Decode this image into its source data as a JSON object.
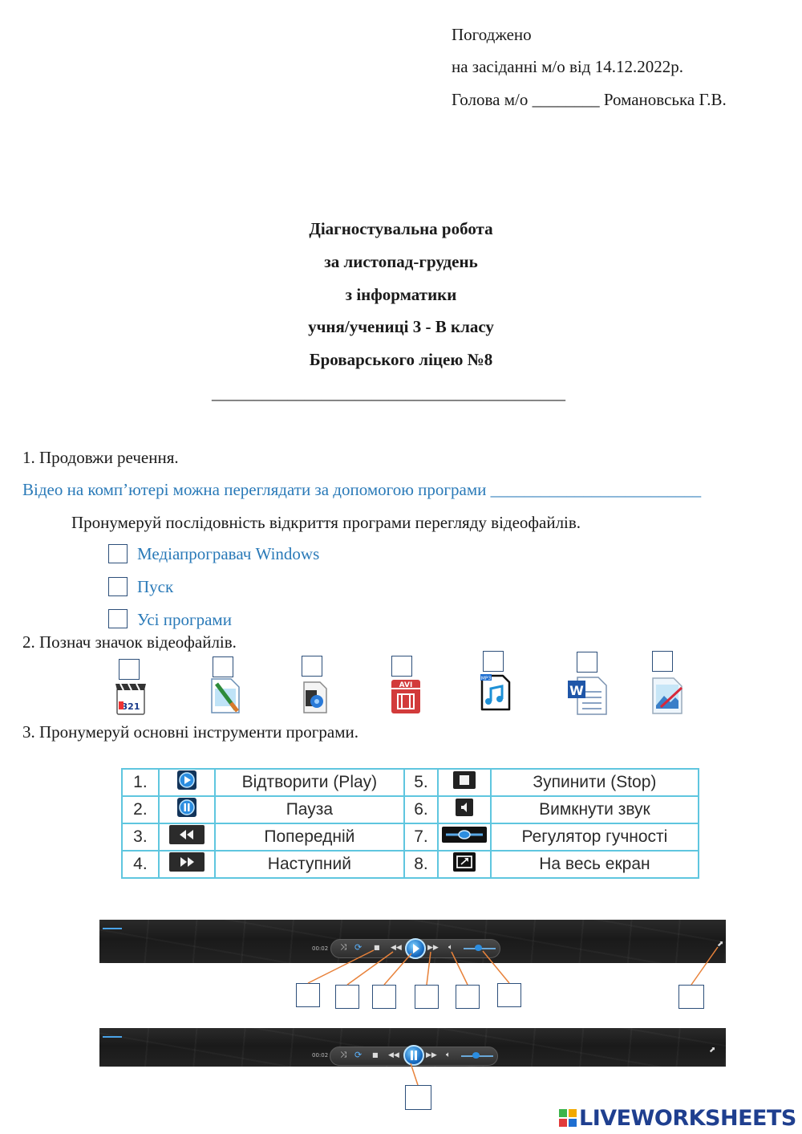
{
  "approval": {
    "line1": "Погоджено",
    "line2": "на засіданні м/о від 14.12.2022р.",
    "line3": "Голова м/о ________ Романовська Г.В."
  },
  "title": {
    "line1": "Діагностувальна робота",
    "line2": "за листопад-грудень",
    "line3": "з інформатики",
    "line4": "учня/учениці 3 - В класу",
    "line5": "Броварського ліцею №8",
    "name_line": "__________________________________________"
  },
  "q1": {
    "text": "1.  Продовжи речення.",
    "sentence": "Відео на комп’ютері можна переглядати за допомогою програми _________________________",
    "order_prompt": "Пронумеруй послідовність відкриття програми перегляду відеофайлів.",
    "options": [
      "Медіапрогравач Windows",
      "Пуск",
      "Усі програми"
    ]
  },
  "q2": {
    "text": "2.  Познач значок відеофайлів.",
    "icons": [
      "media-classic-icon",
      "paint-file-icon",
      "video-file-icon",
      "avi-file-icon",
      "mp3-file-icon",
      "word-file-icon",
      "image-file-icon"
    ],
    "icon_labels": {
      "avi": "AVI",
      "mp3": "MP3",
      "w": "W",
      "clap": "321"
    }
  },
  "q3": {
    "text": "3.  Пронумеруй основні інструменти програми.",
    "rows": [
      {
        "n1": "1.",
        "label1": "Відтворити (Play)",
        "n2": "5.",
        "label2": "Зупинити (Stop)"
      },
      {
        "n1": "2.",
        "label1": "Пауза",
        "n2": "6.",
        "label2": "Вимкнути звук"
      },
      {
        "n1": "3.",
        "label1": "Попередній",
        "n2": "7.",
        "label2": "Регулятор гучності"
      },
      {
        "n1": "4.",
        "label1": "Наступний",
        "n2": "8.",
        "label2": "На весь екран"
      }
    ]
  },
  "player": {
    "time1": "00:02",
    "time2": "00:02"
  },
  "watermark": {
    "brand": "LIVEWORKSHEETS",
    "logo": "LIVE"
  },
  "colors": {
    "blue_text": "#2a7ab8",
    "table_border": "#5fc6df",
    "arrow": "#e8823a",
    "brand": "#1f3f8f"
  }
}
